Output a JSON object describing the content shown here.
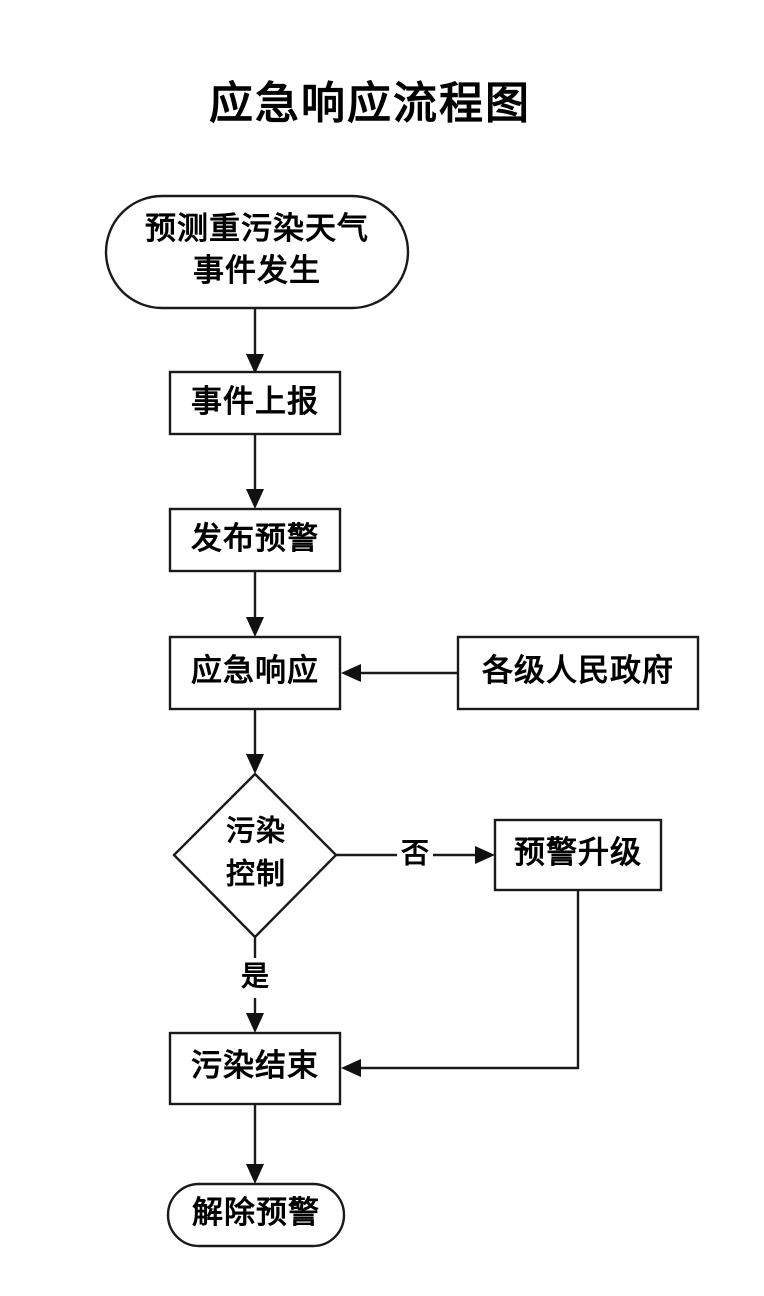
{
  "title": "应急响应流程图",
  "diagram": {
    "type": "flowchart",
    "orientation": "top-to-bottom",
    "nodes": [
      {
        "id": "start",
        "shape": "stadium",
        "label_line1": "预测重污染天气",
        "label_line2": "事件发生"
      },
      {
        "id": "report",
        "shape": "rectangle",
        "label": "事件上报"
      },
      {
        "id": "warning",
        "shape": "rectangle",
        "label": "发布预警"
      },
      {
        "id": "response",
        "shape": "rectangle",
        "label": "应急响应"
      },
      {
        "id": "government",
        "shape": "rectangle",
        "label": "各级人民政府"
      },
      {
        "id": "decision",
        "shape": "diamond",
        "label_line1": "污染",
        "label_line2": "控制"
      },
      {
        "id": "escalate",
        "shape": "rectangle",
        "label": "预警升级"
      },
      {
        "id": "finish",
        "shape": "rectangle",
        "label": "污染结束"
      },
      {
        "id": "end",
        "shape": "stadium",
        "label": "解除预警"
      }
    ],
    "edges": [
      {
        "from": "start",
        "to": "report",
        "label": ""
      },
      {
        "from": "report",
        "to": "warning",
        "label": ""
      },
      {
        "from": "warning",
        "to": "response",
        "label": ""
      },
      {
        "from": "government",
        "to": "response",
        "label": ""
      },
      {
        "from": "response",
        "to": "decision",
        "label": ""
      },
      {
        "from": "decision",
        "to": "escalate",
        "label": "否"
      },
      {
        "from": "decision",
        "to": "finish",
        "label": "是"
      },
      {
        "from": "escalate",
        "to": "finish",
        "label": ""
      },
      {
        "from": "finish",
        "to": "end",
        "label": ""
      }
    ],
    "labels": {
      "no": "否",
      "yes": "是"
    },
    "colors": {
      "stroke": "#1a1a1a",
      "fill": "#ffffff",
      "text": "#000000",
      "background": "#ffffff"
    }
  }
}
